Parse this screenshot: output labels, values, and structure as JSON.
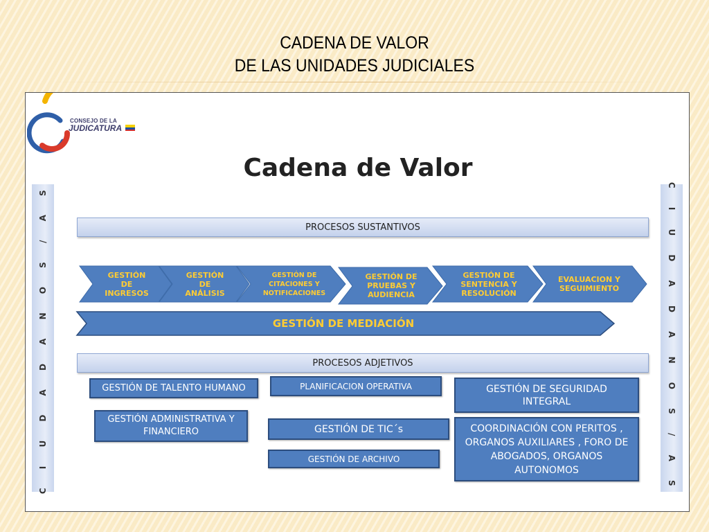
{
  "slide": {
    "title_line1": "CADENA DE VALOR",
    "title_line2": "DE LAS UNIDADES JUDICIALES"
  },
  "logo": {
    "line1": "CONSEJO DE LA",
    "line2": "JUDICATURA",
    "colors": [
      "#f4b400",
      "#2f5fa8",
      "#d93a2b"
    ]
  },
  "diagram": {
    "title": "Cadena de Valor",
    "left_label": "C I U D A D A N O S / A S",
    "right_label": "C I U D A D A N O S / A S",
    "sustantivos_label": "PROCESOS SUSTANTIVOS",
    "chevrons": [
      {
        "line1": "GESTIÓN",
        "line2": "DE",
        "line3": "INGRESOS"
      },
      {
        "line1": "GESTIÓN",
        "line2": "DE",
        "line3": "ANÁLISIS"
      },
      {
        "line1": "GESTIÓN DE",
        "line2": "CITACIONES Y",
        "line3": "NOTIFICACIONES"
      },
      {
        "line1": "GESTIÓN DE",
        "line2": "PRUEBAS Y",
        "line3": "AUDIENCIA"
      },
      {
        "line1": "GESTIÓN DE",
        "line2": "SENTENCIA Y",
        "line3": "RESOLUCIÓN"
      },
      {
        "line1": "EVALUACION Y",
        "line2": "SEGUIMIENTO",
        "line3": ""
      }
    ],
    "mediacion_label": "GESTIÓN DE MEDIACIÓN",
    "adjetivos_label": "PROCESOS ADJETIVOS",
    "boxes": {
      "talento": "GESTIÓN DE TALENTO HUMANO",
      "administrativa": "GESTIÓN ADMINISTRATIVA Y FINANCIERO",
      "planificacion": "PLANIFICACION OPERATIVA",
      "tics": "GESTIÓN DE TIC´s",
      "archivo": "GESTIÓN DE ARCHIVO",
      "seguridad": "GESTIÓN DE SEGURIDAD INTEGRAL",
      "coordinacion": "COORDINACIÓN CON PERITOS , ORGANOS AUXILIARES , FORO DE ABOGADOS, ORGANOS AUTONOMOS"
    },
    "colors": {
      "chevron": "#4f7ebf",
      "chevron_text": "#ffcc33",
      "box": "#4f7ebf",
      "box_border": "#2c4d7e"
    }
  }
}
